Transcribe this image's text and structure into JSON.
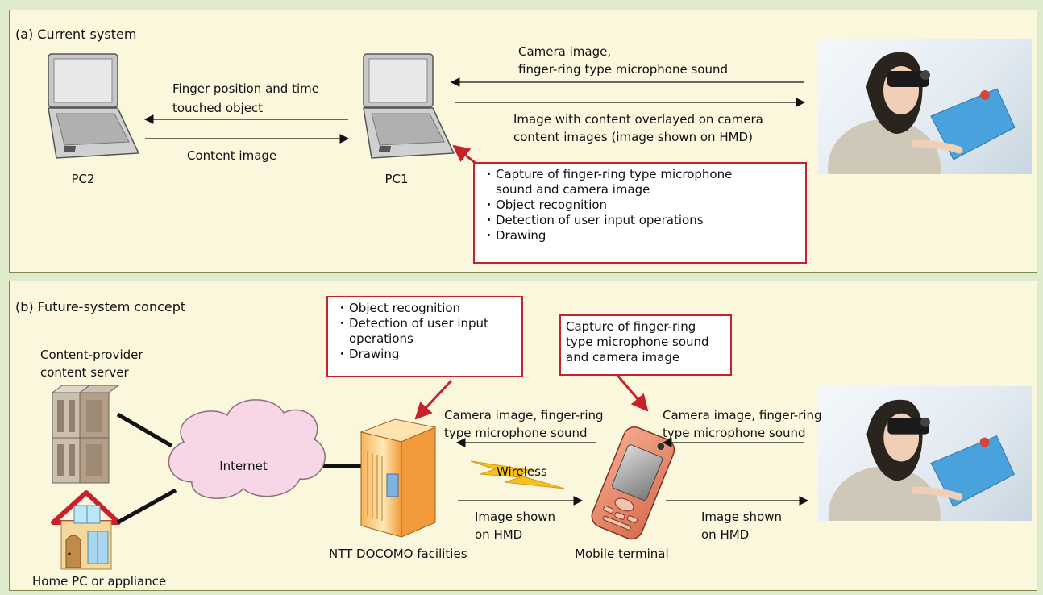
{
  "panel_a": {
    "title": "(a) Current system",
    "pc2_label": "PC2",
    "pc1_label": "PC1",
    "finger_position_text": "Finger position and time",
    "touched_object_text": "touched object",
    "content_image_text": "Content image",
    "camera_image_text": "Camera image,",
    "finger_ring_mic_text": "finger-ring type microphone sound",
    "overlay_text_1": "Image with content overlayed on camera",
    "overlay_text_2": "content images (image shown on HMD)",
    "bullet": "・",
    "pc1_functions": [
      "Capture of finger-ring type  microphone",
      "sound and camera image",
      "Object recognition",
      "Detection of user input operations",
      "Drawing"
    ]
  },
  "panel_b": {
    "title": "(b) Future-system concept",
    "content_server_label_1": "Content-provider",
    "content_server_label_2": "content server",
    "home_label": "Home PC or appliance",
    "internet_label": "Internet",
    "facilities_label": "NTT DOCOMO facilities",
    "mobile_label": "Mobile terminal",
    "wireless_label": "Wireless",
    "camera_to_facility_1": "Camera image, finger-ring",
    "camera_to_facility_2": "type microphone sound",
    "image_shown_1": "Image shown",
    "image_shown_2": "on HMD",
    "camera_to_mobile_1": "Camera image, finger-ring",
    "camera_to_mobile_2": "type microphone sound",
    "image_shown_mobile_1": "Image shown",
    "image_shown_mobile_2": "on HMD",
    "bullet": "・",
    "facility_functions": [
      "Object recognition",
      "Detection of user input",
      "operations",
      "Drawing"
    ],
    "mobile_functions": [
      "Capture of finger-ring",
      "type microphone sound",
      "and camera image"
    ]
  },
  "colors": {
    "background": "#dfebcd",
    "panel": "#fbf7dd",
    "red_accent": "#c8202c",
    "internet_cloud": "#f7d6e6",
    "server_orange": "#f6a84a",
    "phone_salmon": "#e98a6f",
    "hmd_blue": "#4aa2dc"
  }
}
